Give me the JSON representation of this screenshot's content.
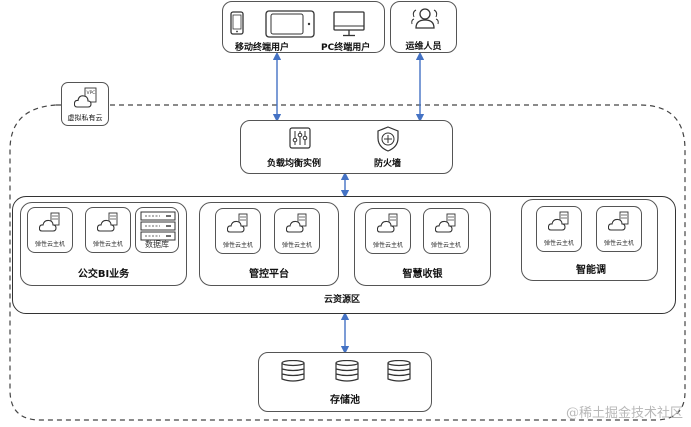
{
  "users": {
    "mobile_label": "移动终端用户",
    "pc_label": "PC终端用户",
    "ops_label": "运维人员"
  },
  "vpc": {
    "badge_text": "VPC",
    "label": "虚拟私有云"
  },
  "gateway": {
    "lb_label": "负载均衡实例",
    "fw_label": "防火墙"
  },
  "cloud_zone": {
    "label": "云资源区",
    "groups": [
      {
        "label": "公交BI业务",
        "vms": [
          "弹性云主机",
          "弹性云主机"
        ],
        "db_label": "数据库"
      },
      {
        "label": "管控平台",
        "vms": [
          "弹性云主机",
          "弹性云主机"
        ]
      },
      {
        "label": "智慧收银",
        "vms": [
          "弹性云主机",
          "弹性云主机"
        ]
      },
      {
        "label": "智能调",
        "vms": [
          "弹性云主机",
          "弹性云主机"
        ]
      }
    ]
  },
  "storage": {
    "label": "存储池"
  },
  "watermark": "@稀土掘金技术社区",
  "colors": {
    "arrow": "#4472c4",
    "border": "#555555"
  }
}
